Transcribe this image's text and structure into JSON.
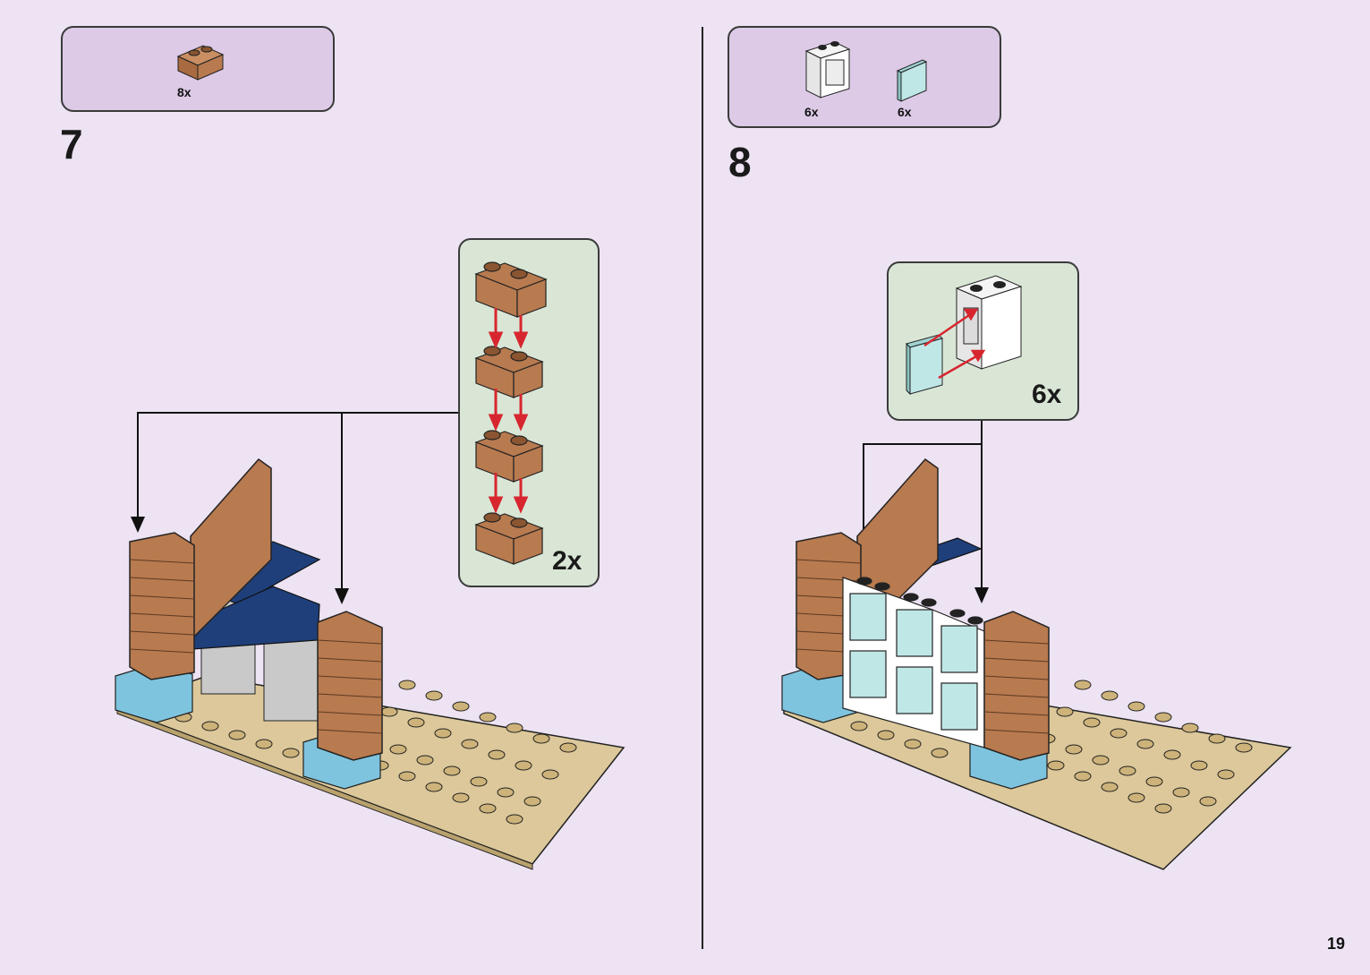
{
  "steps": [
    {
      "number": "7",
      "parts": [
        {
          "icon": "brick-1x2-masonry-icon",
          "count": "8x",
          "color": "#b87a4f"
        }
      ],
      "callout_multiplier": "2x"
    },
    {
      "number": "8",
      "parts": [
        {
          "icon": "window-frame-icon",
          "count": "6x",
          "color": "#ffffff"
        },
        {
          "icon": "window-glass-icon",
          "count": "6x",
          "color": "#bfe7e6"
        }
      ],
      "callout_multiplier": "6x"
    }
  ],
  "page_number": "19",
  "colors": {
    "background": "#ede3f3",
    "parts_box": "#dccae6",
    "callout_box": "#d9e6d6",
    "brick": "#b87a4f",
    "baseplate": "#dcc89a",
    "blue_plate": "#1f3f7a",
    "light_blue": "#7fc4de",
    "arrow_red": "#d7262f"
  }
}
